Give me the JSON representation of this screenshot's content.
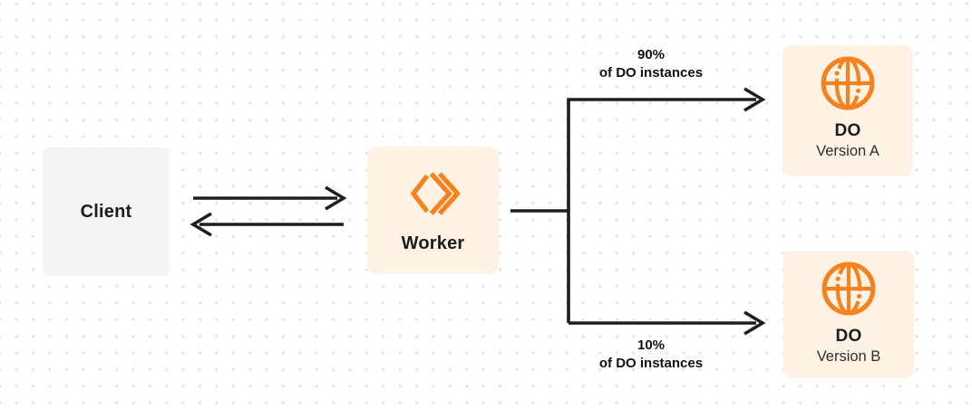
{
  "colors": {
    "accent_orange": "#f6821f",
    "panel_cream": "#fdf2e4",
    "panel_gray": "#f4f4f5",
    "line_dark": "#1f1f1f",
    "text_dark": "#1c1c1e",
    "dot_grid": "#e4e4e4"
  },
  "nodes": {
    "client": {
      "label": "Client"
    },
    "worker": {
      "label": "Worker",
      "icon": "cloudflare-workers-icon"
    },
    "do_version_a": {
      "title": "DO",
      "subtitle": "Version A",
      "icon": "durable-object-globe-icon"
    },
    "do_version_b": {
      "title": "DO",
      "subtitle": "Version B",
      "icon": "durable-object-globe-icon"
    }
  },
  "branch_labels": {
    "top": {
      "percent": "90%",
      "caption": "of DO instances"
    },
    "bottom": {
      "percent": "10%",
      "caption": "of DO instances"
    }
  }
}
